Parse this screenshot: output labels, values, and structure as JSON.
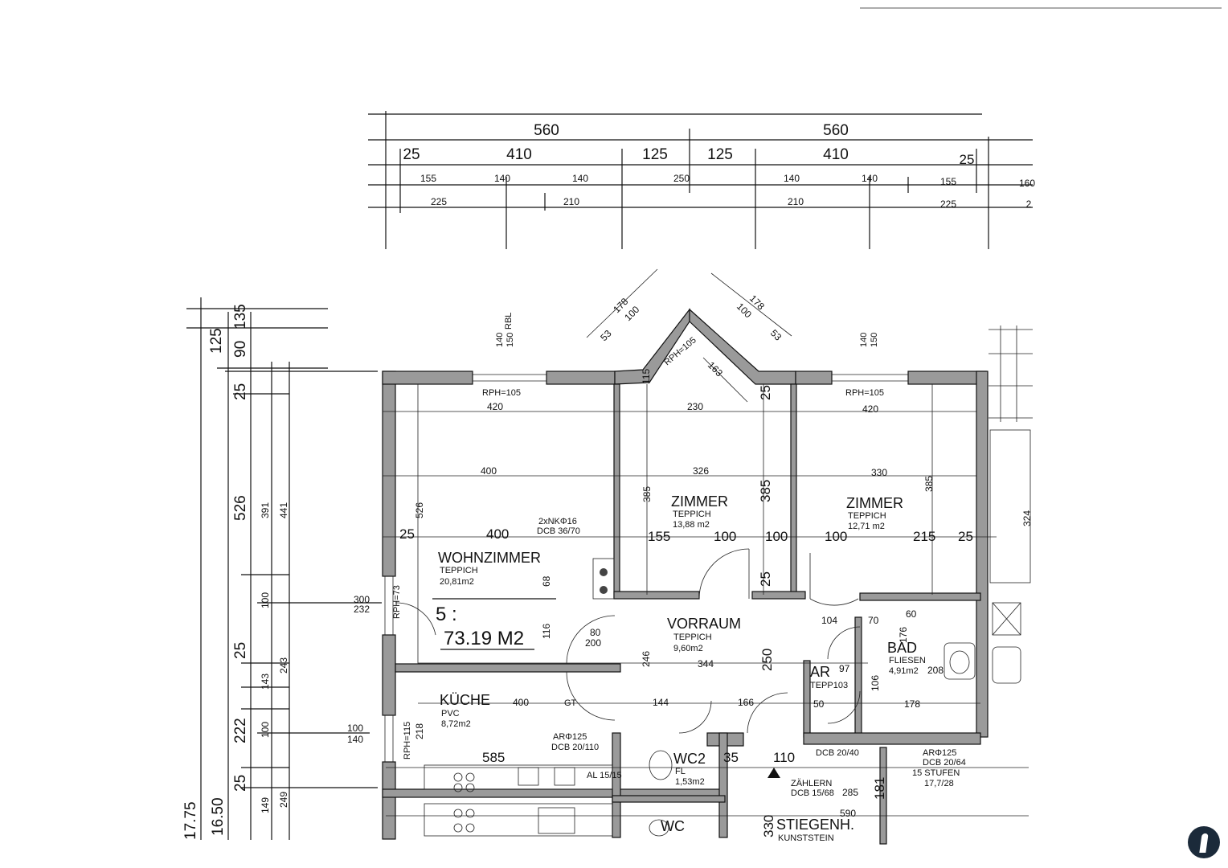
{
  "plan": {
    "unit_label": "5 :",
    "unit_area": "73.19 M2",
    "top_dims": {
      "row1": [
        "560",
        "560"
      ],
      "row2": [
        "25",
        "410",
        "125",
        "125",
        "410",
        "25"
      ],
      "row3": [
        "155",
        "140",
        "140",
        "250",
        "140",
        "140",
        "155",
        "160"
      ],
      "row4": [
        "225",
        "210",
        "210",
        "225",
        "2"
      ]
    },
    "left_dims": {
      "col1": [
        "17.75"
      ],
      "col2": [
        "125",
        "16.50"
      ],
      "col3": [
        "135",
        "90",
        "25",
        "526",
        "25",
        "222",
        "25"
      ],
      "col4": [
        "391",
        "100",
        "143",
        "100",
        "149"
      ],
      "col5": [
        "441",
        "243",
        "249"
      ]
    },
    "rooms": {
      "wohnzimmer": {
        "name": "WOHNZIMMER",
        "floor": "TEPPICH",
        "area": "20,81m2"
      },
      "zimmer1": {
        "name": "ZIMMER",
        "floor": "TEPPICH",
        "area": "13,88 m2"
      },
      "zimmer2": {
        "name": "ZIMMER",
        "floor": "TEPPICH",
        "area": "12,71 m2"
      },
      "vorraum": {
        "name": "VORRAUM",
        "floor": "TEPPICH",
        "area": "9,60m2"
      },
      "kueche": {
        "name": "KÜCHE",
        "floor": "PVC",
        "area": "8,72m2"
      },
      "bad": {
        "name": "BAD",
        "floor": "FLIESEN",
        "area": "4,91m2"
      },
      "ar": {
        "name": "AR",
        "floor": "TEPP103"
      },
      "wc": {
        "name": "WC2",
        "floor": "FL",
        "area": "1,53m2"
      },
      "wc2": {
        "name": "WC"
      },
      "stiegenh": {
        "name": "STIEGENH.",
        "floor": "KUNSTSTEIN"
      },
      "zaehlern": {
        "name": "ZÄHLERN",
        "note": "DCB 15/68"
      }
    },
    "labels": {
      "rph105_left": "RPH=105",
      "rph105_right": "RPH=105",
      "rph_bay": "RPH=105",
      "rph73": "RPH=73",
      "rph115": "RPH=115",
      "nk": "2xNKΦ16",
      "nk_dcb": "DCB 36/70",
      "ar125": "ARΦ125",
      "ar125_dcb": "DCB 20/110",
      "al_1515": "AL 15/15",
      "gt": "GT",
      "stufen": "15 STUFEN",
      "stufen_dim": "17,7/28",
      "ar125_right": "ARΦ125",
      "dcb_right": "DCB 20/64",
      "dcb2040": "DCB 20/40",
      "top_140_left": "140",
      "top_150_left": "150",
      "top_140_right": "140",
      "top_150_right": "150",
      "rbl": "RBL"
    },
    "inner_dims": {
      "w420_left": "420",
      "w230": "230",
      "w420_right": "420",
      "w400": "400",
      "w326": "326",
      "w330": "330",
      "w25a": "25",
      "w400b": "400",
      "w155": "155",
      "w100a": "100",
      "w100b": "100",
      "w100c": "100",
      "w215": "215",
      "w25b": "25",
      "h526": "526",
      "h385a": "385",
      "h385b": "385",
      "h385c": "385",
      "h324": "324",
      "h250": "250",
      "h25": "25",
      "w344": "344",
      "w246": "246",
      "w104": "104",
      "w585": "585",
      "w400k": "400",
      "w166": "166",
      "w144": "144",
      "w110": "110",
      "w35": "35",
      "w330s": "330",
      "w590": "590",
      "w285": "285",
      "h181": "181",
      "w178": "178",
      "w208": "208",
      "h116": "116",
      "h68": "68",
      "d300": "300",
      "d232": "232",
      "d100": "100",
      "d140": "140",
      "d218": "218",
      "d80": "80",
      "d200": "200",
      "d60": "60",
      "d50": "50",
      "d70": "70",
      "d97": "97",
      "d106": "106",
      "d176": "176",
      "bay178a": "178",
      "bay178b": "178",
      "bay100a": "100",
      "bay100b": "100",
      "bay53a": "53",
      "bay53b": "53",
      "bay163": "163",
      "bay115": "115",
      "bay25": "25"
    }
  }
}
